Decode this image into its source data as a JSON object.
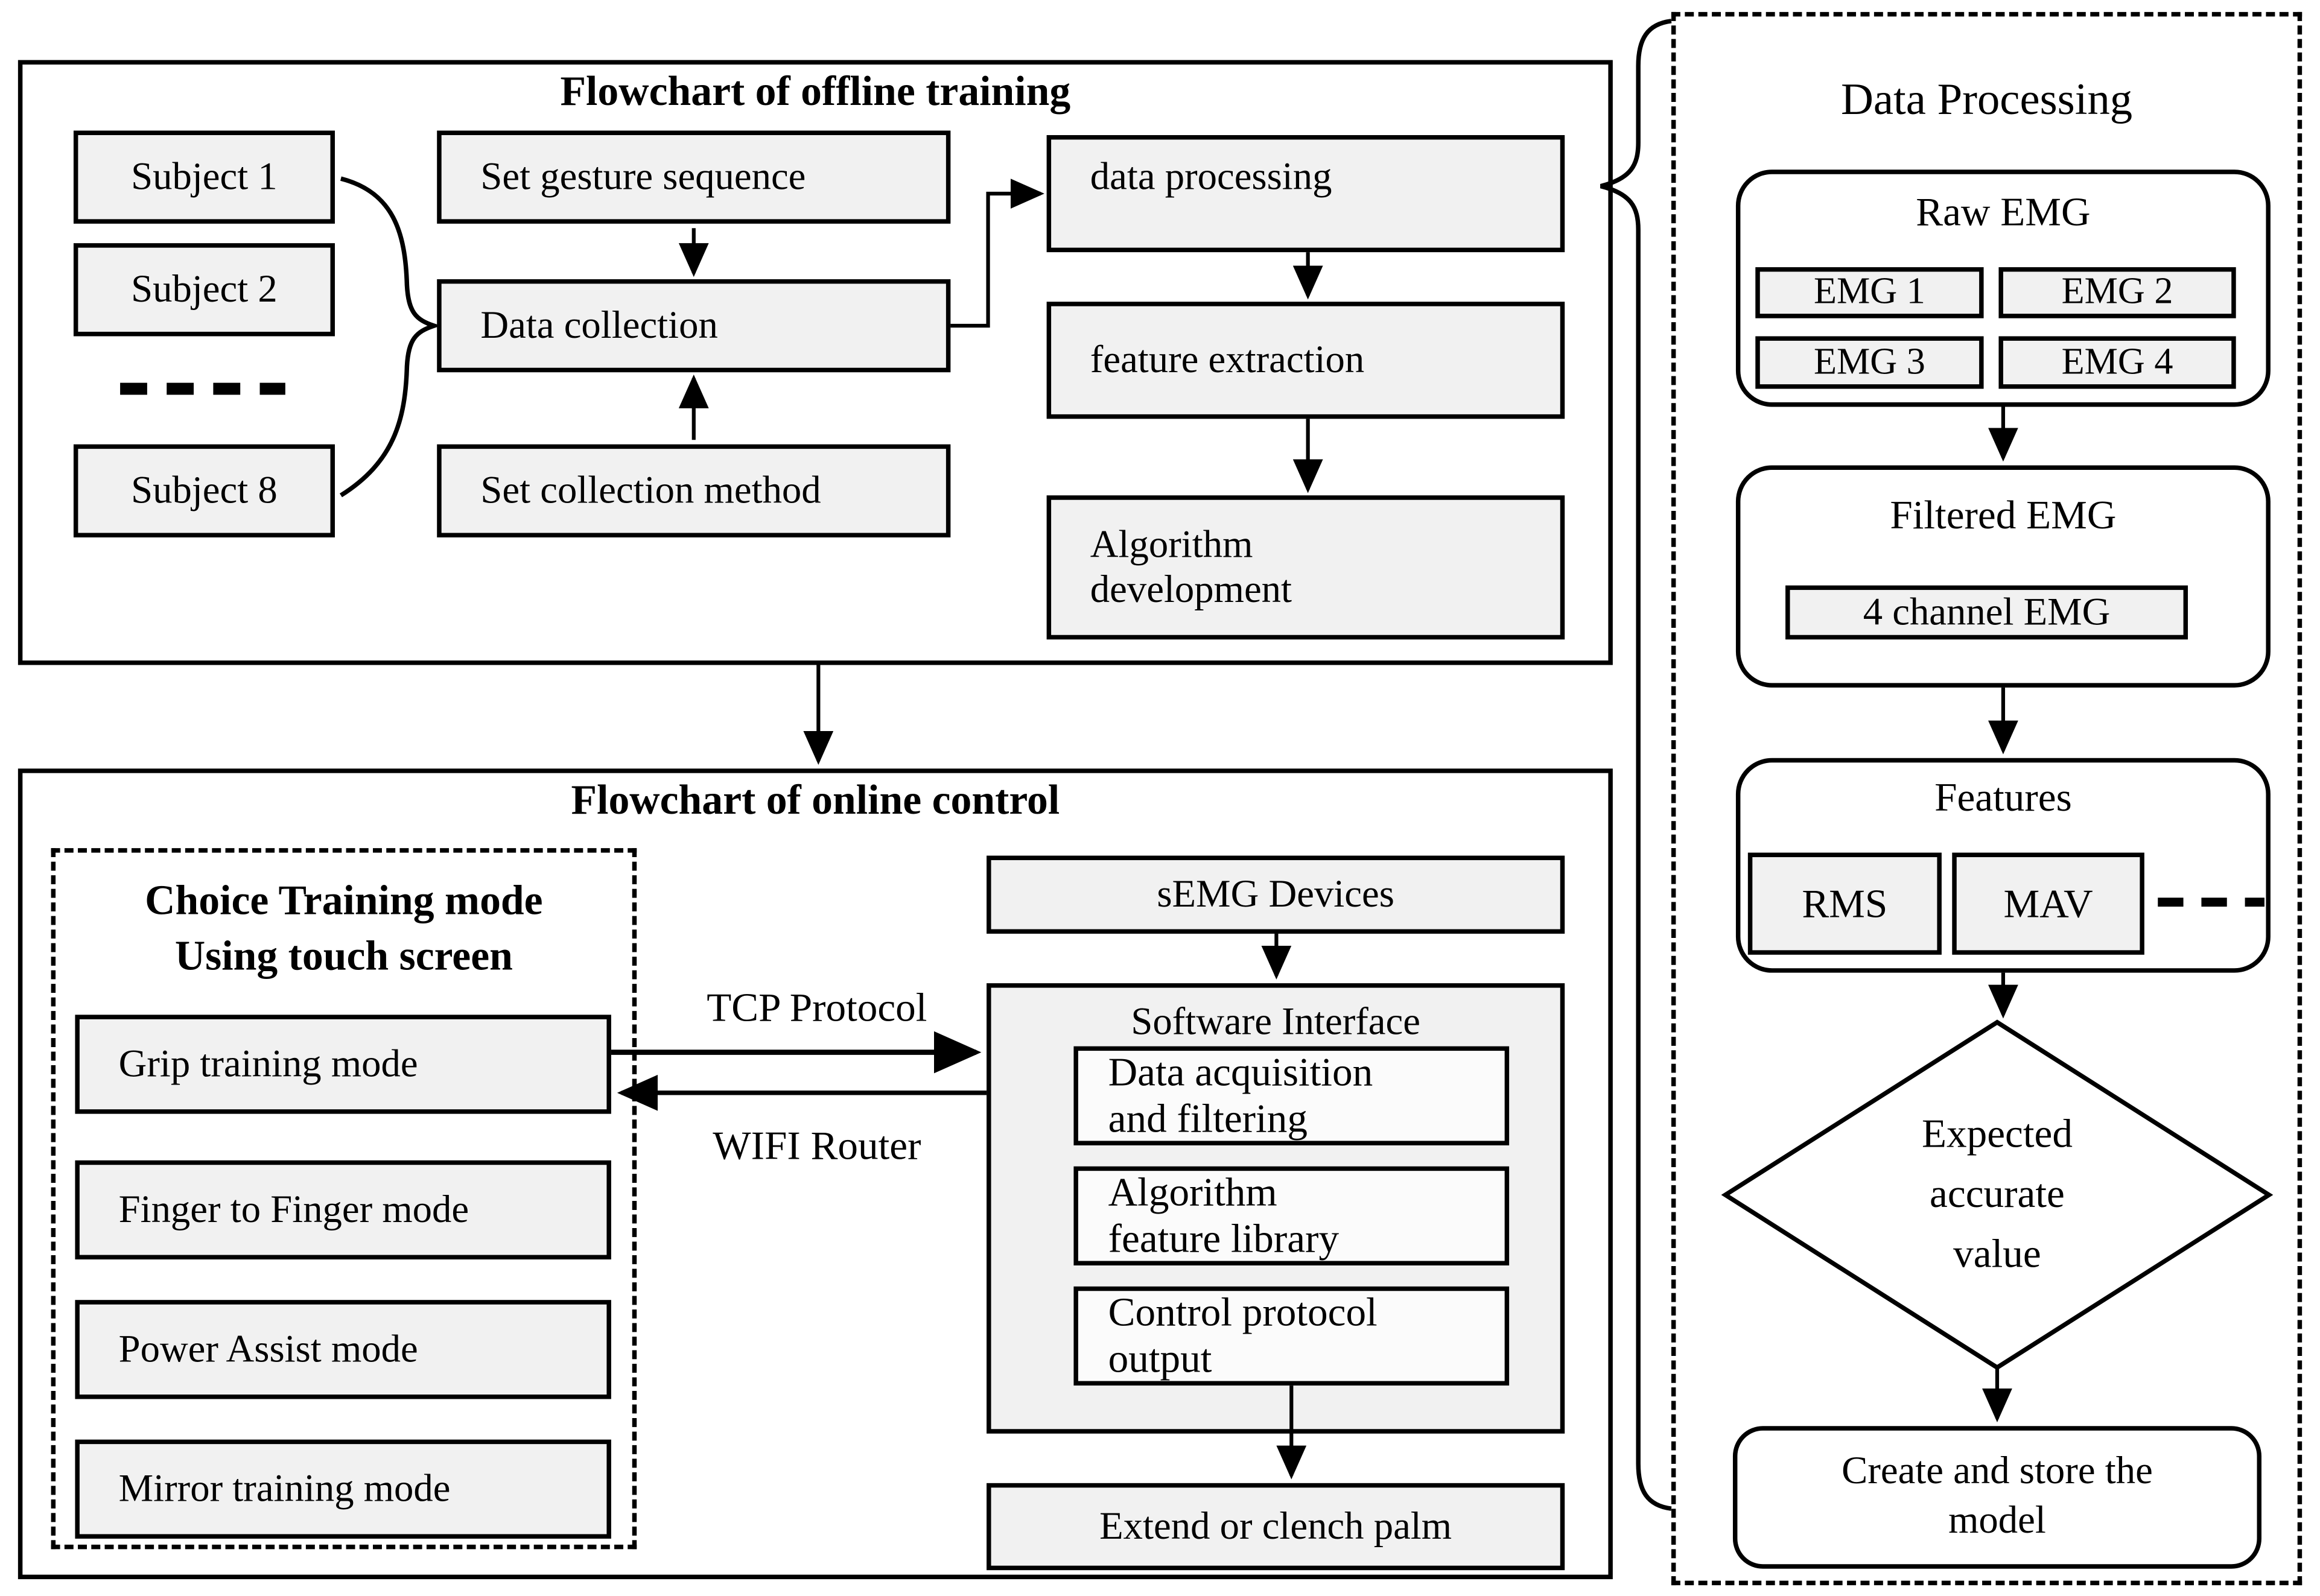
{
  "colors": {
    "node_fill": "#f1f1f1",
    "inner_fill": "#fbfbfb",
    "panel_fill": "#ffffff",
    "border": "#000000",
    "text": "#000000"
  },
  "offline": {
    "title": "Flowchart of offline training",
    "subjects": [
      "Subject 1",
      "Subject 2",
      "Subject 8"
    ],
    "subjects_ellipsis": "-----",
    "set_gesture": "Set gesture sequence",
    "data_collection": "Data collection",
    "set_collection": "Set collection method",
    "data_processing": "data processing",
    "feature_extraction": "feature extraction",
    "algorithm_development": [
      "Algorithm",
      "development"
    ]
  },
  "online": {
    "title": "Flowchart of online control",
    "choice_title": [
      "Choice Training mode",
      "Using touch screen"
    ],
    "modes": [
      "Grip training mode",
      "Finger to Finger mode",
      "Power Assist mode",
      "Mirror training mode"
    ],
    "tcp_label": "TCP Protocol",
    "wifi_label": "WIFI Router",
    "semg_devices": "sEMG Devices",
    "software_interface": "Software Interface",
    "si_items": [
      [
        "Data acquisition",
        "and filtering"
      ],
      [
        "Algorithm",
        "feature library"
      ],
      [
        "Control protocol",
        "output"
      ]
    ],
    "extend": "Extend or clench palm"
  },
  "processing": {
    "title": "Data Processing",
    "raw_emg": "Raw EMG",
    "emg_channels": [
      "EMG 1",
      "EMG 2",
      "EMG 3",
      "EMG 4"
    ],
    "filtered_emg": "Filtered EMG",
    "four_channel": "4 channel EMG",
    "features": "Features",
    "feature_items": [
      "RMS",
      "MAV"
    ],
    "features_ellipsis": "---",
    "decision_lines": [
      "Expected",
      "accurate",
      "value"
    ],
    "create_model": [
      "Create and store the",
      "model"
    ]
  }
}
